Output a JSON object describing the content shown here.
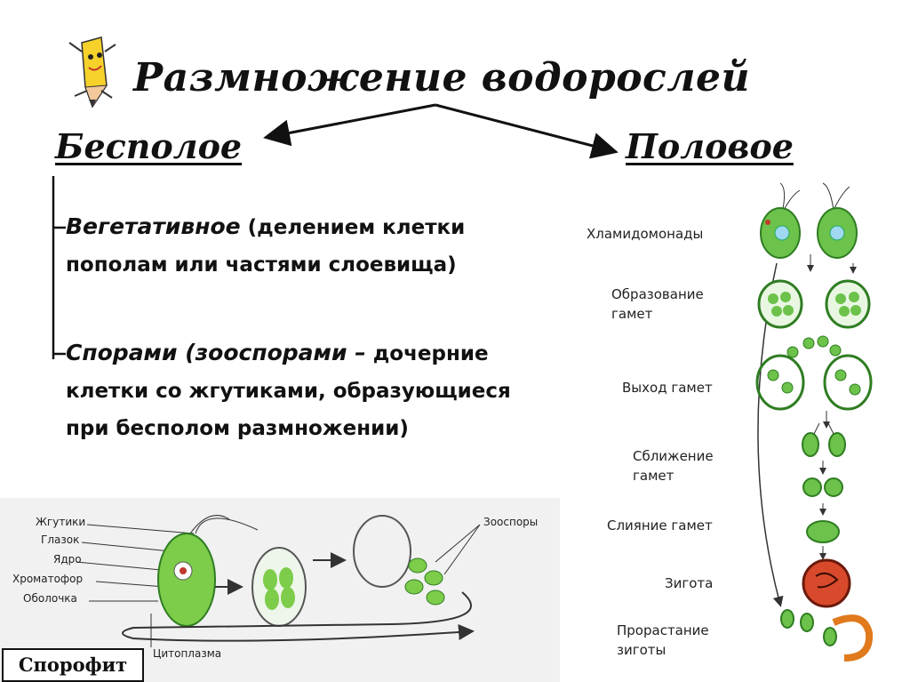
{
  "title": "Размножение водорослей",
  "branches": {
    "asexual": "Бесполое",
    "sexual": "Половое"
  },
  "asexual_methods": [
    {
      "lead": "Вегетативное",
      "rest": " (делением клетки пополам или частями слоевища)"
    },
    {
      "lead": "Спорами (зооспорами –",
      "rest": " дочерние клетки со жгутиками, образующиеся при бесполом размножении)"
    }
  ],
  "sexual_stages": [
    "Хламидомонады",
    "Образование гамет",
    "Выход гамет",
    "Сближение гамет",
    "Слияние гамет",
    "Зигота",
    "Прорастание зиготы"
  ],
  "cell_labels": [
    "Жгутики",
    "Глазок",
    "Ядро",
    "Хроматофор",
    "Оболочка"
  ],
  "cytoplasm_label": "Цитоплазма",
  "zoospores_label": "Зооспоры",
  "sporophyte_label": "Спорофит",
  "colors": {
    "cell_green": "#6cc24a",
    "dark_green": "#2f7d22",
    "zygote_red": "#d84a2b",
    "orange": "#e07a1c"
  }
}
